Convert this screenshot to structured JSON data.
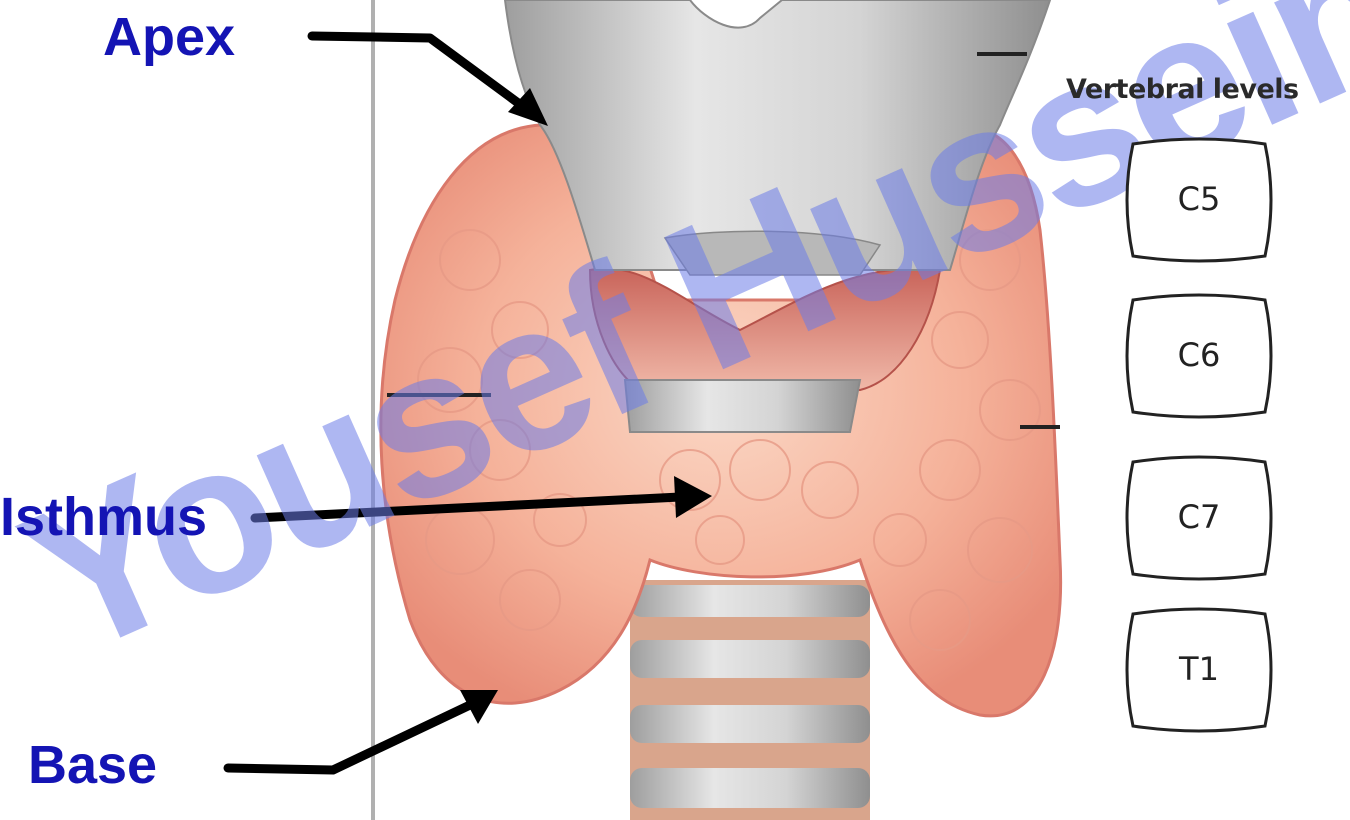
{
  "labels": {
    "apex": "Apex",
    "isthmus": "Isthmus",
    "base": "Base"
  },
  "vertebral": {
    "title": "Vertebral levels",
    "levels": [
      "C5",
      "C6",
      "C7",
      "T1"
    ]
  },
  "watermark": "Yousef Hussein",
  "colors": {
    "label": "#1414b4",
    "gland": "#f2a98f",
    "cartilage": "#bdbdbd",
    "watermark": "#6b7be8"
  }
}
